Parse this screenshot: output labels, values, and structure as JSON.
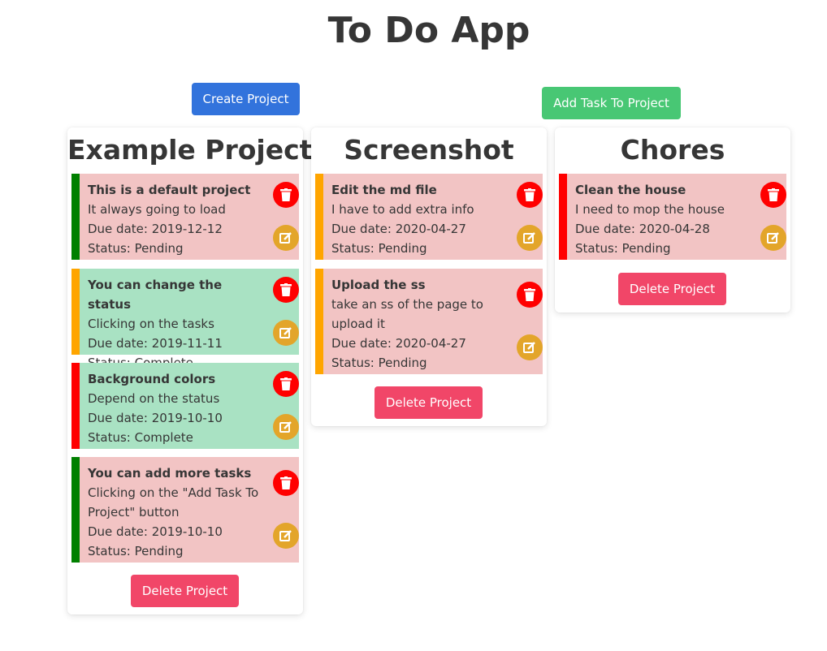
{
  "app": {
    "title": "To Do App"
  },
  "toolbar": {
    "create_project": "Create Project",
    "add_task": "Add Task To Project"
  },
  "colors": {
    "pending_bg": "#f2c4c4",
    "complete_bg": "#a9e2c3",
    "priority_green": "#008000",
    "priority_orange": "#ffa500",
    "priority_red": "#ff0000"
  },
  "projects": [
    {
      "title": "Example Project",
      "delete_label": "Delete Project",
      "tasks": [
        {
          "name": "This is a default project",
          "desc": "It always going to load",
          "due": "Due date: 2019-12-12",
          "status": "Status: Pending"
        },
        {
          "name": "You can change the status",
          "desc": "Clicking on the tasks",
          "due": "Due date: 2019-11-11",
          "status": "Status: Complete"
        },
        {
          "name": "Background colors",
          "desc": "Depend on the status",
          "due": "Due date: 2019-10-10",
          "status": "Status: Complete"
        },
        {
          "name": "You can add more tasks",
          "desc": "Clicking on the \"Add Task To Project\" button",
          "due": "Due date: 2019-10-10",
          "status": "Status: Pending"
        }
      ]
    },
    {
      "title": "Screenshot",
      "delete_label": "Delete Project",
      "tasks": [
        {
          "name": "Edit the md file",
          "desc": "I have to add extra info",
          "due": "Due date: 2020-04-27",
          "status": "Status: Pending"
        },
        {
          "name": "Upload the ss",
          "desc": "take an ss of the page to upload it",
          "due": "Due date: 2020-04-27",
          "status": "Status: Pending"
        }
      ]
    },
    {
      "title": "Chores",
      "delete_label": "Delete Project",
      "tasks": [
        {
          "name": "Clean the house",
          "desc": "I need to mop the house",
          "due": "Due date: 2020-04-28",
          "status": "Status: Pending"
        }
      ]
    }
  ]
}
